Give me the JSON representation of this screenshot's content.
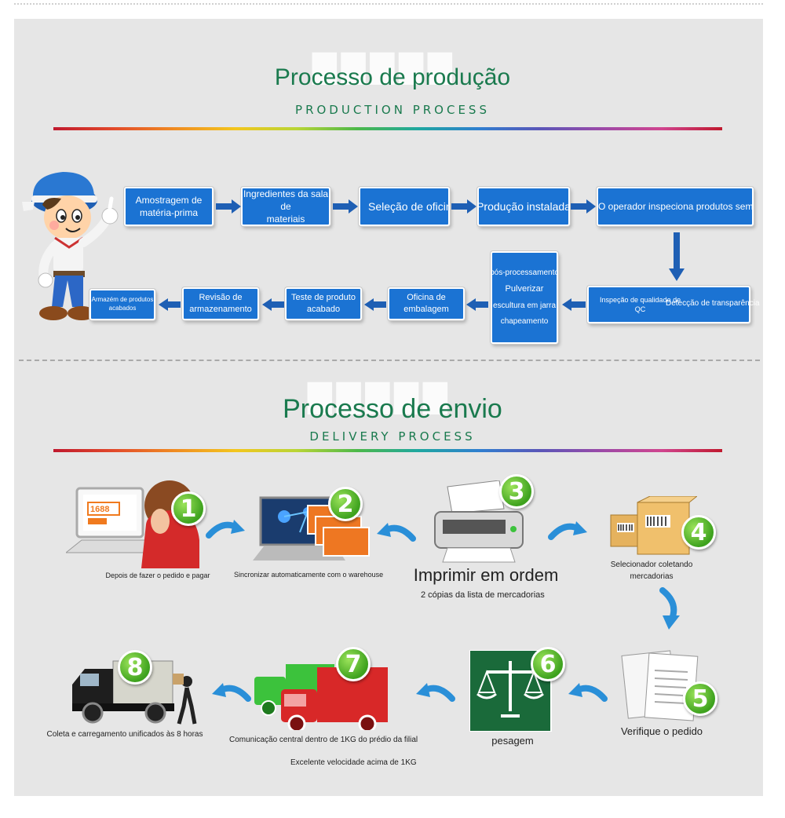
{
  "production": {
    "title": "Processo de produção",
    "subtitle": "PRODUCTION PROCESS",
    "row1": [
      {
        "label": "Amostragem de\nmatéria-prima"
      },
      {
        "label": "Ingredientes da sala de\nmateriais"
      },
      {
        "label": "Seleção de oficina"
      },
      {
        "label": "Produção instalada"
      },
      {
        "label": "O operador inspeciona produtos semiacabados"
      }
    ],
    "inspection": {
      "label": "Inspeção de qualidade de\nQC",
      "overlay": "Detecção de transparência"
    },
    "postprocess": [
      "pós-processamento",
      "Pulverizar",
      "escultura em jarra",
      "chapeamento"
    ],
    "row2": [
      {
        "label": "Oficina de\nembalagem"
      },
      {
        "label": "Teste de produto\nacabado"
      },
      {
        "label": "Revisão de\narmazenamento"
      },
      {
        "label": "Armazém de produtos\nacabados"
      }
    ]
  },
  "delivery": {
    "title": "Processo de envio",
    "subtitle": "DELIVERY PROCESS",
    "steps": [
      {
        "num": "1",
        "caption": "Depois de fazer o pedido e pagar",
        "icon": "online-order-icon",
        "screen_text": "1688"
      },
      {
        "num": "2",
        "caption": "Sincronizar automaticamente com o warehouse",
        "icon": "computer-sync-icon"
      },
      {
        "num": "3",
        "caption": "Imprimir em ordem",
        "sub": "2 cópias da lista de mercadorias",
        "icon": "printer-icon"
      },
      {
        "num": "4",
        "caption": "Selecionador coletando\nmercadorias",
        "icon": "boxes-icon"
      },
      {
        "num": "5",
        "caption": "Verifique o pedido",
        "icon": "documents-icon"
      },
      {
        "num": "6",
        "caption": "pesagem",
        "icon": "scale-icon"
      },
      {
        "num": "7",
        "caption": "Comunicação central dentro de 1KG do prédio da filial",
        "sub": "Excelente velocidade acima de 1KG",
        "icon": "trucks-icon"
      },
      {
        "num": "8",
        "caption": "Coleta e carregamento unificados às 8 horas",
        "icon": "delivery-truck-icon"
      }
    ]
  },
  "colors": {
    "accent": "#1a7a4e",
    "box": "#1b73d3",
    "badge": "#4cb226",
    "arrow": "#2a8fd8"
  }
}
